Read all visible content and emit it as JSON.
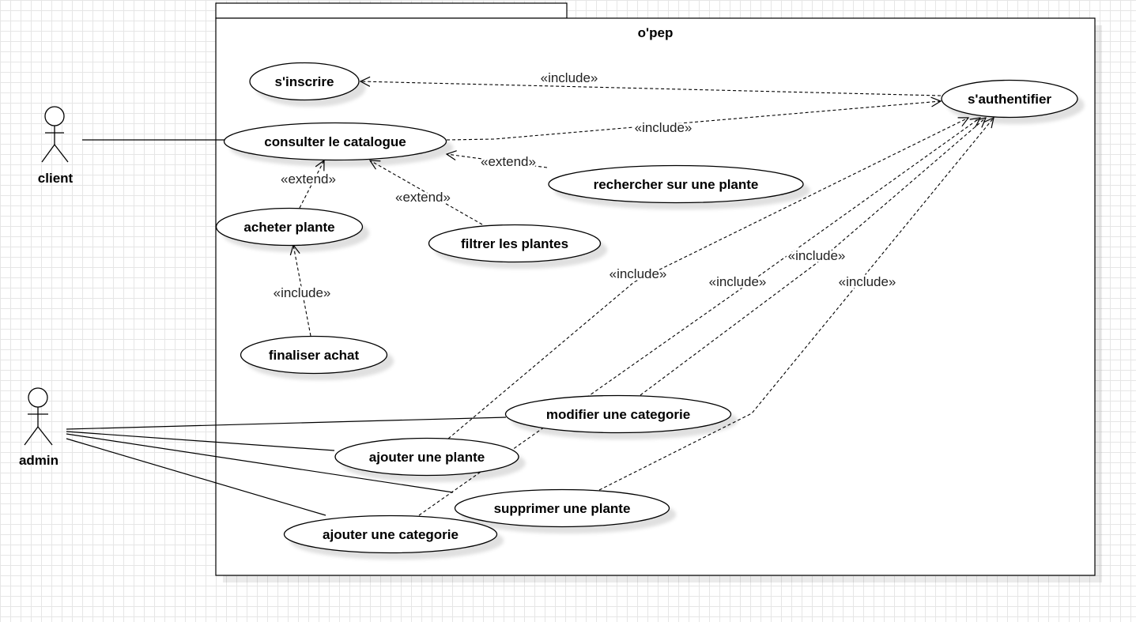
{
  "system": {
    "title": "o'pep"
  },
  "actors": {
    "client": {
      "label": "client"
    },
    "admin": {
      "label": "admin"
    }
  },
  "use_cases": {
    "inscrire": "s'inscrire",
    "authentifier": "s'authentifier",
    "consulter": "consulter le catalogue",
    "rechercher": "rechercher sur une plante",
    "acheter": "acheter plante",
    "filtrer": "filtrer les plantes",
    "finaliser": "finaliser achat",
    "modifier_categorie": "modifier une categorie",
    "ajouter_plante": "ajouter une plante",
    "supprimer_plante": "supprimer une plante",
    "ajouter_categorie": "ajouter une categorie"
  },
  "relations": {
    "include_inscrire": "«include»",
    "include_consulter": "«include»",
    "extend_rechercher": "«extend»",
    "extend_acheter": "«extend»",
    "extend_filtrer": "«extend»",
    "include_finaliser": "«include»",
    "include_ajouter_plante": "«include»",
    "include_ajouter_categorie": "«include»",
    "include_modifier_categorie": "«include»",
    "include_supprimer_plante": "«include»"
  }
}
